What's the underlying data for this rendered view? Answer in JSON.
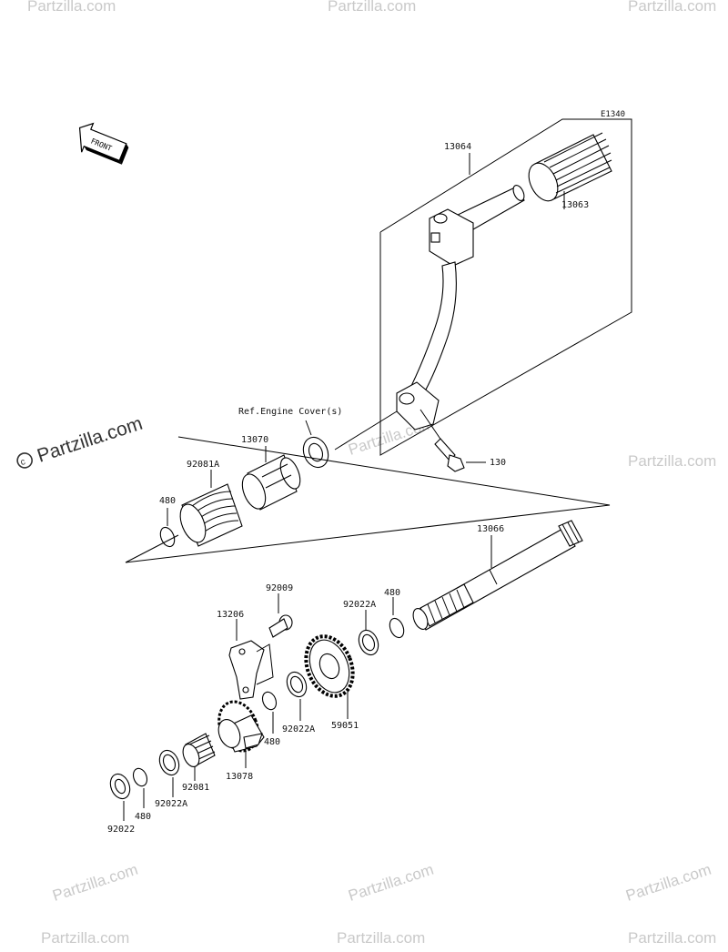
{
  "diagram_code": "E1340",
  "front_label": "FRONT",
  "ref_label": "Ref.Engine Cover(s)",
  "watermark": "Partzilla.com",
  "parts": {
    "p13064": "13064",
    "p13063": "13063",
    "p130": "130",
    "p13070": "13070",
    "p92081A": "92081A",
    "p480_top": "480",
    "p13066": "13066",
    "p92009": "92009",
    "p13206": "13206",
    "p92022A_top": "92022A",
    "p480_mid": "480",
    "p59051": "59051",
    "p92022A_mid": "92022A",
    "p480_low": "480",
    "p13078": "13078",
    "p92081": "92081",
    "p92022A_low": "92022A",
    "p480_bottom": "480",
    "p92022": "92022"
  }
}
